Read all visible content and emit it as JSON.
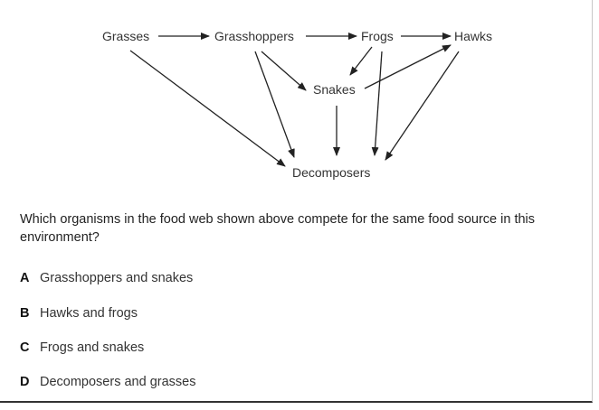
{
  "diagram": {
    "nodes": {
      "grasses": "Grasses",
      "grasshoppers": "Grasshoppers",
      "frogs": "Frogs",
      "hawks": "Hawks",
      "snakes": "Snakes",
      "decomposers": "Decomposers"
    },
    "edges": [
      [
        "Grasses",
        "Grasshoppers"
      ],
      [
        "Grasshoppers",
        "Frogs"
      ],
      [
        "Frogs",
        "Hawks"
      ],
      [
        "Grasses",
        "Decomposers"
      ],
      [
        "Grasshoppers",
        "Decomposers"
      ],
      [
        "Grasshoppers",
        "Snakes"
      ],
      [
        "Frogs",
        "Snakes"
      ],
      [
        "Frogs",
        "Decomposers"
      ],
      [
        "Snakes",
        "Hawks"
      ],
      [
        "Hawks",
        "Decomposers"
      ],
      [
        "Snakes",
        "Decomposers"
      ]
    ]
  },
  "question": "Which organisms in the food web shown above compete for the same food source in this environment?",
  "options": [
    {
      "letter": "A",
      "text": "Grasshoppers and snakes"
    },
    {
      "letter": "B",
      "text": "Hawks and frogs"
    },
    {
      "letter": "C",
      "text": "Frogs and snakes"
    },
    {
      "letter": "D",
      "text": "Decomposers and grasses"
    }
  ]
}
